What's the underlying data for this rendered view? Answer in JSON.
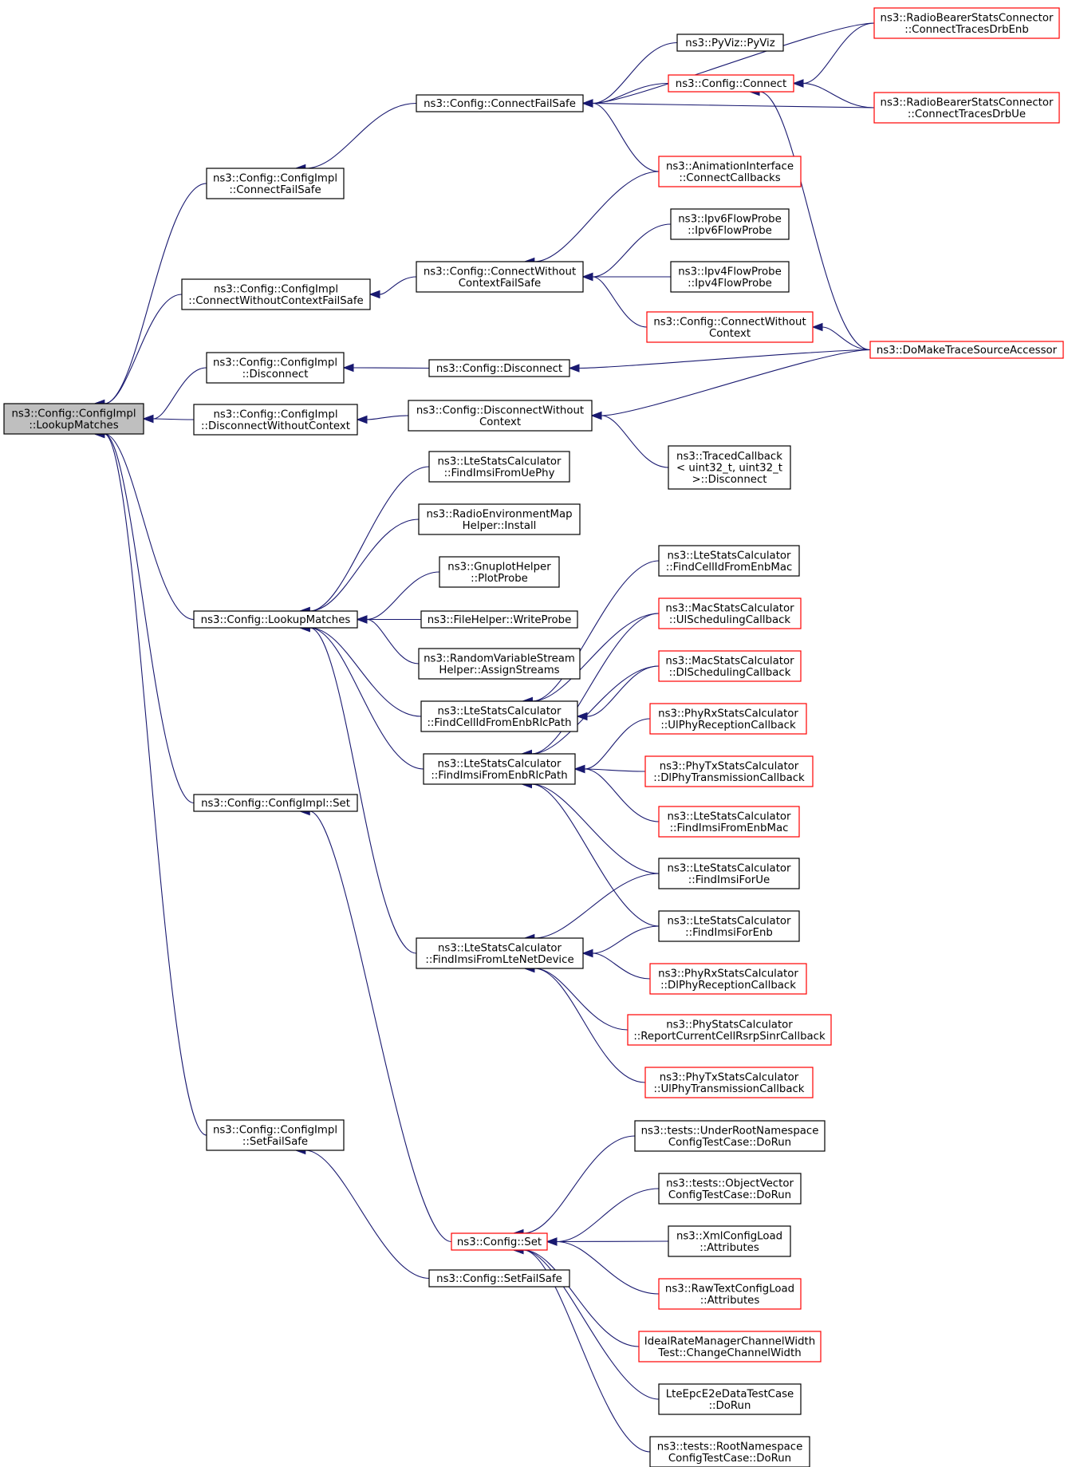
{
  "graph": {
    "title": "",
    "colors": {
      "edge": "#191970",
      "root_fill": "#bfbfbf",
      "node_border": "#000000",
      "node_border_incomplete": "#ff0000"
    },
    "nodes": [
      {
        "id": "root",
        "lines": [
          "ns3::Config::ConfigImpl",
          "::LookupMatches"
        ],
        "kind": "root"
      },
      {
        "id": "ci_cfs",
        "lines": [
          "ns3::Config::ConfigImpl",
          "::ConnectFailSafe"
        ],
        "kind": "normal"
      },
      {
        "id": "ci_cwcfs",
        "lines": [
          "ns3::Config::ConfigImpl",
          "::ConnectWithoutContextFailSafe"
        ],
        "kind": "normal"
      },
      {
        "id": "ci_disc",
        "lines": [
          "ns3::Config::ConfigImpl",
          "::Disconnect"
        ],
        "kind": "normal"
      },
      {
        "id": "ci_dwc",
        "lines": [
          "ns3::Config::ConfigImpl",
          "::DisconnectWithoutContext"
        ],
        "kind": "normal"
      },
      {
        "id": "lm",
        "lines": [
          "ns3::Config::LookupMatches"
        ],
        "kind": "normal"
      },
      {
        "id": "ci_set",
        "lines": [
          "ns3::Config::ConfigImpl::Set"
        ],
        "kind": "normal"
      },
      {
        "id": "ci_sfs",
        "lines": [
          "ns3::Config::ConfigImpl",
          "::SetFailSafe"
        ],
        "kind": "normal"
      },
      {
        "id": "c_cfs",
        "lines": [
          "ns3::Config::ConnectFailSafe"
        ],
        "kind": "normal"
      },
      {
        "id": "c_cwcfs",
        "lines": [
          "ns3::Config::ConnectWithout",
          "ContextFailSafe"
        ],
        "kind": "normal"
      },
      {
        "id": "c_disc",
        "lines": [
          "ns3::Config::Disconnect"
        ],
        "kind": "normal"
      },
      {
        "id": "c_dwc",
        "lines": [
          "ns3::Config::DisconnectWithout",
          "Context"
        ],
        "kind": "normal"
      },
      {
        "id": "pyviz",
        "lines": [
          "ns3::PyViz::PyViz"
        ],
        "kind": "normal"
      },
      {
        "id": "c_conn",
        "lines": [
          "ns3::Config::Connect"
        ],
        "kind": "red"
      },
      {
        "id": "rbsc_enb",
        "lines": [
          "ns3::RadioBearerStatsConnector",
          "::ConnectTracesDrbEnb"
        ],
        "kind": "red"
      },
      {
        "id": "rbsc_ue",
        "lines": [
          "ns3::RadioBearerStatsConnector",
          "::ConnectTracesDrbUe"
        ],
        "kind": "red"
      },
      {
        "id": "anim",
        "lines": [
          "ns3::AnimationInterface",
          "::ConnectCallbacks"
        ],
        "kind": "red"
      },
      {
        "id": "ipv6",
        "lines": [
          "ns3::Ipv6FlowProbe",
          "::Ipv6FlowProbe"
        ],
        "kind": "normal"
      },
      {
        "id": "ipv4",
        "lines": [
          "ns3::Ipv4FlowProbe",
          "::Ipv4FlowProbe"
        ],
        "kind": "normal"
      },
      {
        "id": "c_cwc",
        "lines": [
          "ns3::Config::ConnectWithout",
          "Context"
        ],
        "kind": "red"
      },
      {
        "id": "dmtsa",
        "lines": [
          "ns3::DoMakeTraceSourceAccessor"
        ],
        "kind": "red"
      },
      {
        "id": "traced",
        "lines": [
          "ns3::TracedCallback",
          "< uint32_t, uint32_t",
          " >::Disconnect"
        ],
        "kind": "normal"
      },
      {
        "id": "lsc_fiuephy",
        "lines": [
          "ns3::LteStatsCalculator",
          "::FindImsiFromUePhy"
        ],
        "kind": "normal"
      },
      {
        "id": "rem",
        "lines": [
          "ns3::RadioEnvironmentMap",
          "Helper::Install"
        ],
        "kind": "normal"
      },
      {
        "id": "gnuplot",
        "lines": [
          "ns3::GnuplotHelper",
          "::PlotProbe"
        ],
        "kind": "normal"
      },
      {
        "id": "filehelper",
        "lines": [
          "ns3::FileHelper::WriteProbe"
        ],
        "kind": "normal"
      },
      {
        "id": "rvs",
        "lines": [
          "ns3::RandomVariableStream",
          "Helper::AssignStreams"
        ],
        "kind": "normal"
      },
      {
        "id": "lsc_fcierp",
        "lines": [
          "ns3::LteStatsCalculator",
          "::FindCellIdFromEnbRlcPath"
        ],
        "kind": "normal"
      },
      {
        "id": "lsc_fierp",
        "lines": [
          "ns3::LteStatsCalculator",
          "::FindImsiFromEnbRlcPath"
        ],
        "kind": "normal"
      },
      {
        "id": "lsc_fiflnd",
        "lines": [
          "ns3::LteStatsCalculator",
          "::FindImsiFromLteNetDevice"
        ],
        "kind": "normal"
      },
      {
        "id": "lsc_fciem",
        "lines": [
          "ns3::LteStatsCalculator",
          "::FindCellIdFromEnbMac"
        ],
        "kind": "normal"
      },
      {
        "id": "msc_ul",
        "lines": [
          "ns3::MacStatsCalculator",
          "::UlSchedulingCallback"
        ],
        "kind": "red"
      },
      {
        "id": "msc_dl",
        "lines": [
          "ns3::MacStatsCalculator",
          "::DlSchedulingCallback"
        ],
        "kind": "red"
      },
      {
        "id": "prx_ul",
        "lines": [
          "ns3::PhyRxStatsCalculator",
          "::UlPhyReceptionCallback"
        ],
        "kind": "red"
      },
      {
        "id": "ptx_dl",
        "lines": [
          "ns3::PhyTxStatsCalculator",
          "::DlPhyTransmissionCallback"
        ],
        "kind": "red"
      },
      {
        "id": "lsc_fiem",
        "lines": [
          "ns3::LteStatsCalculator",
          "::FindImsiFromEnbMac"
        ],
        "kind": "red"
      },
      {
        "id": "lsc_fiue",
        "lines": [
          "ns3::LteStatsCalculator",
          "::FindImsiForUe"
        ],
        "kind": "normal"
      },
      {
        "id": "lsc_fienb",
        "lines": [
          "ns3::LteStatsCalculator",
          "::FindImsiForEnb"
        ],
        "kind": "normal"
      },
      {
        "id": "prx_dl",
        "lines": [
          "ns3::PhyRxStatsCalculator",
          "::DlPhyReceptionCallback"
        ],
        "kind": "red"
      },
      {
        "id": "psc",
        "lines": [
          "ns3::PhyStatsCalculator",
          "::ReportCurrentCellRsrpSinrCallback"
        ],
        "kind": "red"
      },
      {
        "id": "ptx_ul",
        "lines": [
          "ns3::PhyTxStatsCalculator",
          "::UlPhyTransmissionCallback"
        ],
        "kind": "red"
      },
      {
        "id": "c_set",
        "lines": [
          "ns3::Config::Set"
        ],
        "kind": "red"
      },
      {
        "id": "c_sfs",
        "lines": [
          "ns3::Config::SetFailSafe"
        ],
        "kind": "normal"
      },
      {
        "id": "t_urn",
        "lines": [
          "ns3::tests::UnderRootNamespace",
          "ConfigTestCase::DoRun"
        ],
        "kind": "normal"
      },
      {
        "id": "t_ov",
        "lines": [
          "ns3::tests::ObjectVector",
          "ConfigTestCase::DoRun"
        ],
        "kind": "normal"
      },
      {
        "id": "xml",
        "lines": [
          "ns3::XmlConfigLoad",
          "::Attributes"
        ],
        "kind": "normal"
      },
      {
        "id": "rawtext",
        "lines": [
          "ns3::RawTextConfigLoad",
          "::Attributes"
        ],
        "kind": "red"
      },
      {
        "id": "ideal",
        "lines": [
          "IdealRateManagerChannelWidth",
          "Test::ChangeChannelWidth"
        ],
        "kind": "red"
      },
      {
        "id": "lteepc",
        "lines": [
          "LteEpcE2eDataTestCase",
          "::DoRun"
        ],
        "kind": "normal"
      },
      {
        "id": "t_rn",
        "lines": [
          "ns3::tests::RootNamespace",
          "ConfigTestCase::DoRun"
        ],
        "kind": "normal"
      }
    ],
    "edges": [
      [
        "ci_cfs",
        "root"
      ],
      [
        "ci_cwcfs",
        "root"
      ],
      [
        "ci_disc",
        "root"
      ],
      [
        "ci_dwc",
        "root"
      ],
      [
        "lm",
        "root"
      ],
      [
        "ci_set",
        "root"
      ],
      [
        "ci_sfs",
        "root"
      ],
      [
        "c_cfs",
        "ci_cfs"
      ],
      [
        "c_cwcfs",
        "ci_cwcfs"
      ],
      [
        "c_disc",
        "ci_disc"
      ],
      [
        "c_dwc",
        "ci_dwc"
      ],
      [
        "rbsc_enb",
        "c_cfs"
      ],
      [
        "pyviz",
        "c_cfs"
      ],
      [
        "c_conn",
        "c_cfs"
      ],
      [
        "rbsc_ue",
        "c_cfs"
      ],
      [
        "anim",
        "c_cfs"
      ],
      [
        "rbsc_enb",
        "c_conn"
      ],
      [
        "rbsc_ue",
        "c_conn"
      ],
      [
        "dmtsa",
        "c_conn"
      ],
      [
        "anim",
        "c_cwcfs"
      ],
      [
        "ipv6",
        "c_cwcfs"
      ],
      [
        "ipv4",
        "c_cwcfs"
      ],
      [
        "c_cwc",
        "c_cwcfs"
      ],
      [
        "dmtsa",
        "c_cwc"
      ],
      [
        "dmtsa",
        "c_disc"
      ],
      [
        "dmtsa",
        "c_dwc"
      ],
      [
        "traced",
        "c_dwc"
      ],
      [
        "lsc_fiuephy",
        "lm"
      ],
      [
        "rem",
        "lm"
      ],
      [
        "gnuplot",
        "lm"
      ],
      [
        "filehelper",
        "lm"
      ],
      [
        "rvs",
        "lm"
      ],
      [
        "lsc_fcierp",
        "lm"
      ],
      [
        "lsc_fierp",
        "lm"
      ],
      [
        "lsc_fiflnd",
        "lm"
      ],
      [
        "lsc_fciem",
        "lsc_fcierp"
      ],
      [
        "msc_ul",
        "lsc_fcierp"
      ],
      [
        "msc_dl",
        "lsc_fcierp"
      ],
      [
        "msc_ul",
        "lsc_fierp"
      ],
      [
        "msc_dl",
        "lsc_fierp"
      ],
      [
        "prx_ul",
        "lsc_fierp"
      ],
      [
        "ptx_dl",
        "lsc_fierp"
      ],
      [
        "lsc_fiem",
        "lsc_fierp"
      ],
      [
        "lsc_fiue",
        "lsc_fierp"
      ],
      [
        "lsc_fienb",
        "lsc_fierp"
      ],
      [
        "lsc_fiue",
        "lsc_fiflnd"
      ],
      [
        "lsc_fienb",
        "lsc_fiflnd"
      ],
      [
        "prx_dl",
        "lsc_fiflnd"
      ],
      [
        "psc",
        "lsc_fiflnd"
      ],
      [
        "ptx_ul",
        "lsc_fiflnd"
      ],
      [
        "c_set",
        "ci_set"
      ],
      [
        "c_sfs",
        "ci_sfs"
      ],
      [
        "t_urn",
        "c_set"
      ],
      [
        "t_ov",
        "c_set"
      ],
      [
        "xml",
        "c_set"
      ],
      [
        "rawtext",
        "c_set"
      ],
      [
        "ideal",
        "c_set"
      ],
      [
        "lteepc",
        "c_set"
      ],
      [
        "t_rn",
        "c_set"
      ]
    ]
  }
}
